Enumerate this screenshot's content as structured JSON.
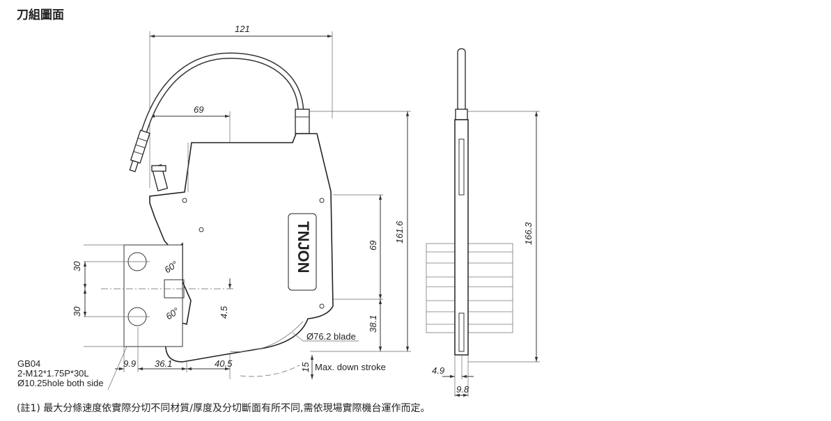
{
  "title": "刀組圖面",
  "brand_logo": "TNJON",
  "dimensions": {
    "overall_width": "121",
    "cable_offset": "69",
    "height_front": "161.6",
    "upper_height": "69",
    "lower_height": "38.1",
    "mount_spacing_top": "30",
    "mount_spacing_bottom": "30",
    "angle_top": "60°",
    "angle_bottom": "60°",
    "offset_small": "4.5",
    "bottom_a": "9.9",
    "bottom_b": "36.1",
    "bottom_c": "40.5",
    "stroke": "15",
    "side_height": "166.3",
    "side_a": "4.9",
    "side_b": "9.8"
  },
  "labels": {
    "blade": "Ø76.2 blade",
    "stroke": "Max. down stroke",
    "mount_line1": "GB04",
    "mount_line2": "2-M12*1.75P*30L",
    "mount_line3": "Ø10.25hole both side"
  },
  "note": "(註1) 最大分條速度依實際分切不同材質/厚度及分切斷面有所不同,需依現場實際機台運作而定。"
}
